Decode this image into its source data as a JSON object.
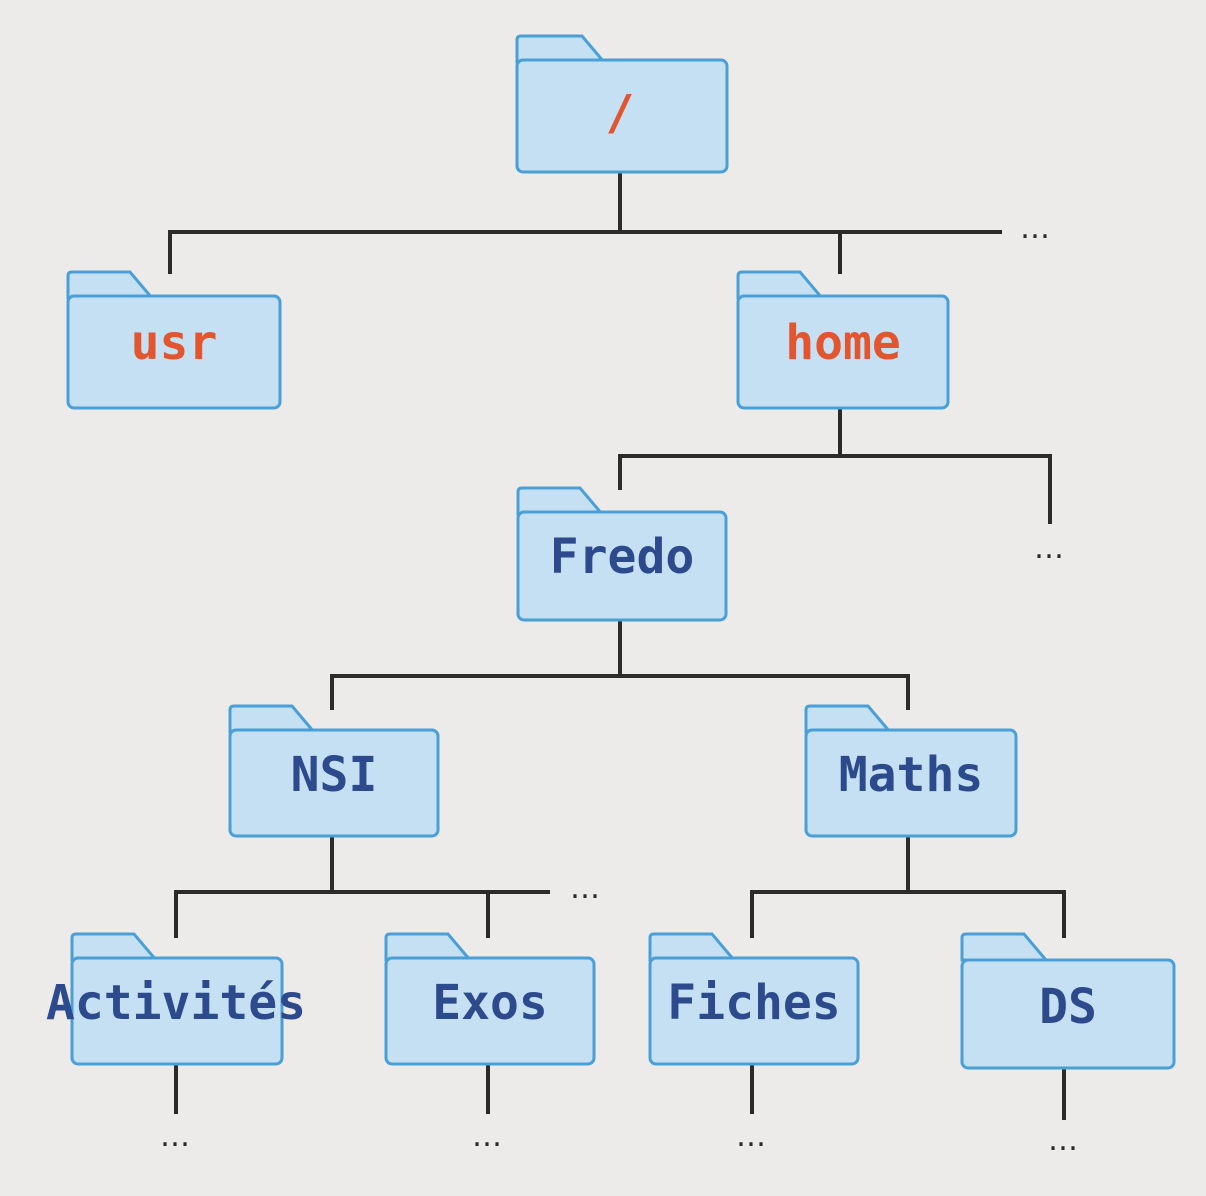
{
  "nodes": {
    "root": "/",
    "usr": "usr",
    "home": "home",
    "fredo": "Fredo",
    "nsi": "NSI",
    "maths": "Maths",
    "activites": "Activités",
    "exos": "Exos",
    "fiches": "Fiches",
    "ds": "DS"
  },
  "ellipsis": "…",
  "colors": {
    "system_label": "#e2552f",
    "user_label": "#2d4a8c",
    "folder_fill": "#c4e0f2",
    "folder_stroke": "#4aa0d6",
    "edge": "#2b2b2b"
  }
}
